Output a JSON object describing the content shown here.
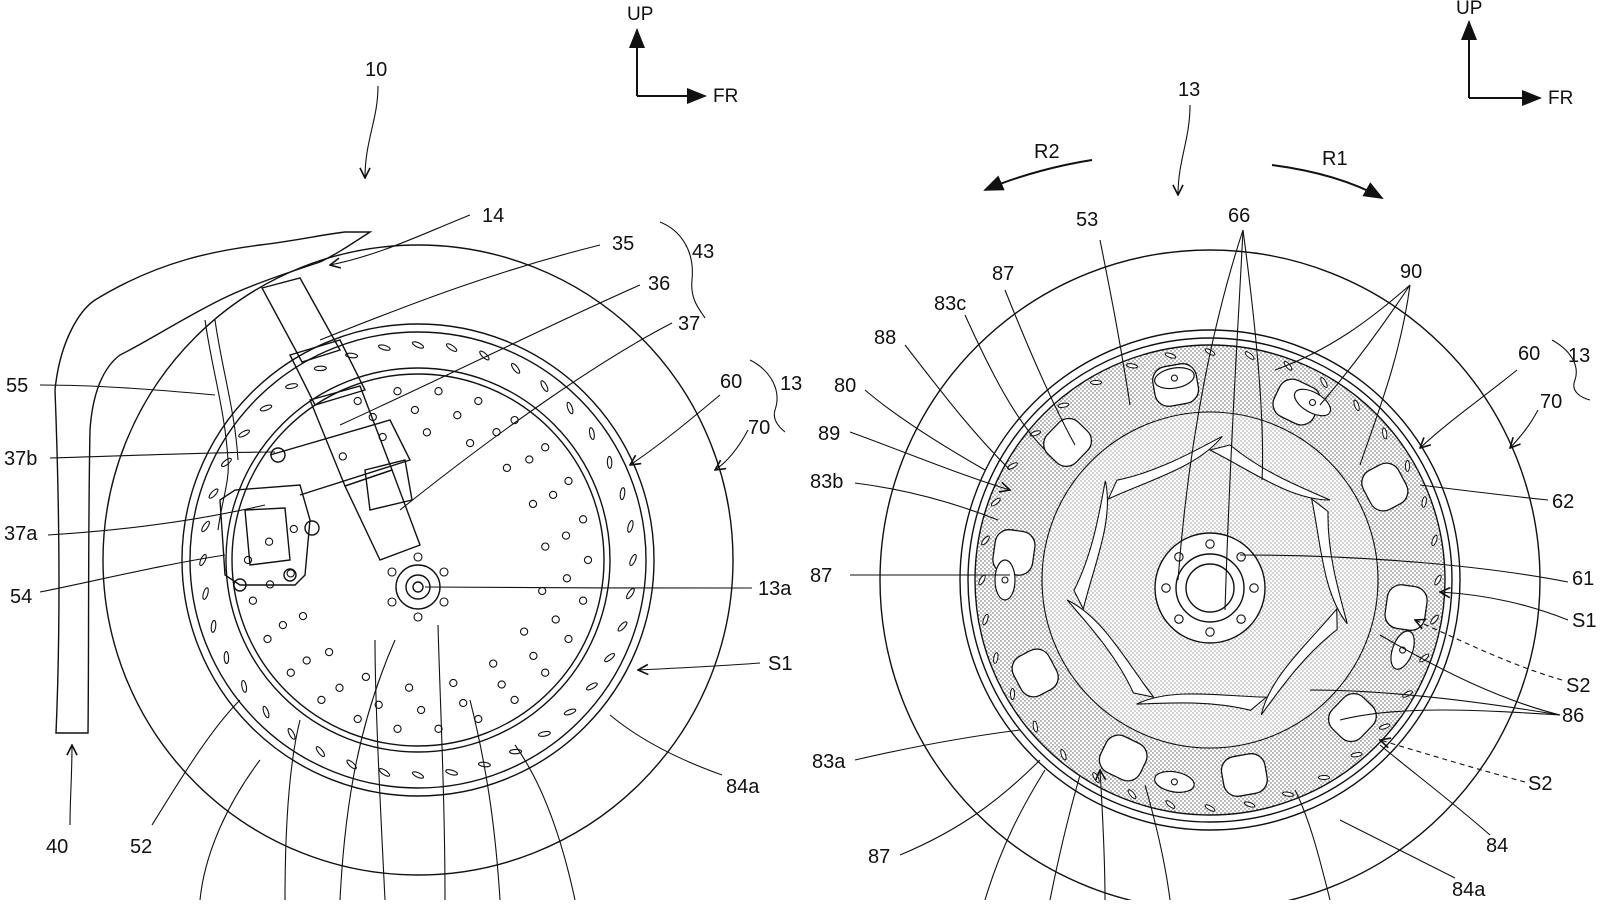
{
  "left_figure": {
    "direction_up": "UP",
    "direction_fr": "FR",
    "labels": {
      "l10": "10",
      "l14": "14",
      "l35": "35",
      "l36": "36",
      "l37": "37",
      "l43": "43",
      "l55": "55",
      "l37b": "37b",
      "l37a": "37a",
      "l54": "54",
      "l60": "60",
      "l13": "13",
      "l70": "70",
      "l13a": "13a",
      "lS1": "S1",
      "l84a": "84a",
      "l40": "40",
      "l52": "52"
    }
  },
  "right_figure": {
    "direction_up": "UP",
    "direction_fr": "FR",
    "labels": {
      "l13top": "13",
      "lR2": "R2",
      "lR1": "R1",
      "l53": "53",
      "l66": "66",
      "l90": "90",
      "l87a": "87",
      "l83c": "83c",
      "l88": "88",
      "l80": "80",
      "l89": "89",
      "l83b": "83b",
      "l87b": "87",
      "l60": "60",
      "l13": "13",
      "l70": "70",
      "l62": "62",
      "l61": "61",
      "lS1": "S1",
      "lS2a": "S2",
      "l86": "86",
      "lS2b": "S2",
      "l83a": "83a",
      "l84": "84",
      "l87c": "87",
      "l84a": "84a"
    }
  }
}
